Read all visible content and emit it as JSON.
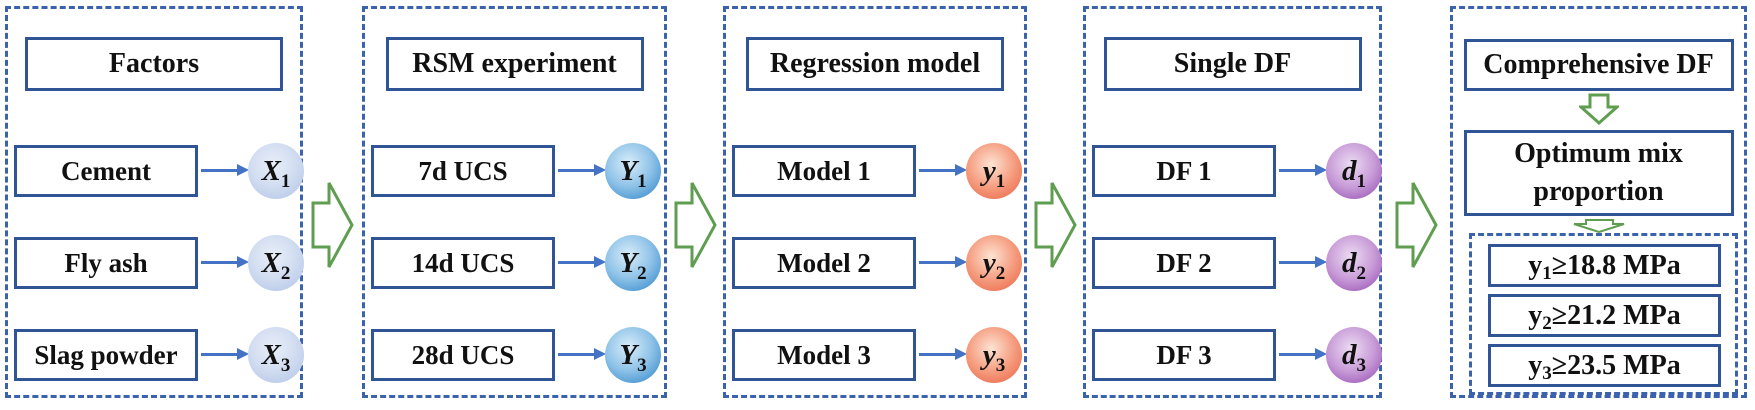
{
  "figure": {
    "type": "flow-diagram",
    "panels": [
      {
        "title": "Factors",
        "items": [
          {
            "label": "Cement",
            "node": {
              "base": "X",
              "sub": "1"
            }
          },
          {
            "label": "Fly ash",
            "node": {
              "base": "X",
              "sub": "2"
            }
          },
          {
            "label": "Slag powder",
            "node": {
              "base": "X",
              "sub": "3"
            }
          }
        ]
      },
      {
        "title": "RSM experiment",
        "items": [
          {
            "label": "7d UCS",
            "node": {
              "base": "Y",
              "sub": "1"
            }
          },
          {
            "label": "14d UCS",
            "node": {
              "base": "Y",
              "sub": "2"
            }
          },
          {
            "label": "28d UCS",
            "node": {
              "base": "Y",
              "sub": "3"
            }
          }
        ]
      },
      {
        "title": "Regression model",
        "items": [
          {
            "label": "Model 1",
            "node": {
              "base": "y",
              "sub": "1"
            }
          },
          {
            "label": "Model 2",
            "node": {
              "base": "y",
              "sub": "2"
            }
          },
          {
            "label": "Model 3",
            "node": {
              "base": "y",
              "sub": "3"
            }
          }
        ]
      },
      {
        "title": "Single DF",
        "items": [
          {
            "label": "DF 1",
            "node": {
              "base": "d",
              "sub": "1"
            }
          },
          {
            "label": "DF 2",
            "node": {
              "base": "d",
              "sub": "2"
            }
          },
          {
            "label": "DF 3",
            "node": {
              "base": "d",
              "sub": "3"
            }
          }
        ]
      },
      {
        "title": "Comprehensive DF",
        "result_box": "Optimum mix proportion",
        "constraints": [
          {
            "base": "y",
            "sub": "1",
            "rest": "≥18.8 MPa"
          },
          {
            "base": "y",
            "sub": "2",
            "rest": "≥21.2 MPa"
          },
          {
            "base": "y",
            "sub": "3",
            "rest": "≥23.5 MPa"
          }
        ]
      }
    ],
    "colors": {
      "panel_border": "#3a62ad",
      "box_border": "#2f5597",
      "connector_blue": "#4472c4",
      "flow_green": "#5f9e50",
      "node_x": "#bcccea",
      "node_y_upper": "#3f8fce",
      "node_y_lower": "#ec6a4d",
      "node_d": "#9c59b8",
      "text": "#111111"
    }
  }
}
